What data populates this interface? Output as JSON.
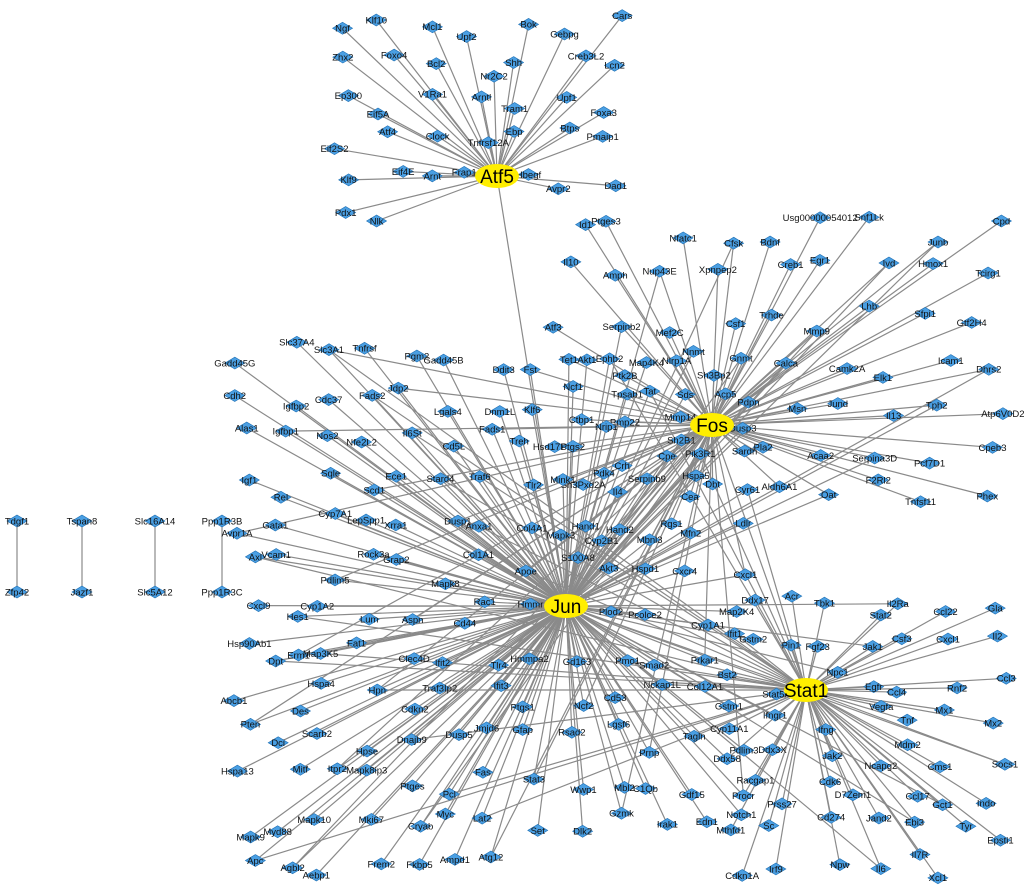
{
  "colors": {
    "node": "#4a9fe3",
    "hub": "#ffee00",
    "edge": "#8a8a8a"
  },
  "network": {
    "hubs": [
      {
        "id": "Atf5",
        "label": "Atf5"
      },
      {
        "id": "Fos",
        "label": "Fos"
      },
      {
        "id": "Jun",
        "label": "Jun"
      },
      {
        "id": "Stat1",
        "label": "Stat1"
      }
    ],
    "atf5_targets": [
      "Ngf",
      "Klf10",
      "Mcl1",
      "Upf2",
      "Bok",
      "Gebpg",
      "Cars",
      "Zhx2",
      "Foxo4",
      "Bcl2",
      "Nr2C2",
      "Shh",
      "Creb3L2",
      "Lcn2",
      "Ep300",
      "Eif5A",
      "V1Ra1",
      "Arntl",
      "Tram1",
      "Upf1",
      "Foxa3",
      "Eif2S2",
      "Atf4",
      "Clock",
      "Tnfrsf12A",
      "Ebp",
      "Btps",
      "Pmaip1",
      "Klf9",
      "Eif4E",
      "Arnt",
      "Frap1",
      "Hbegf",
      "Avpr2",
      "Dad1",
      "Pdx1",
      "Nlk"
    ],
    "fos_targets": [
      "Id1",
      "Ptges3",
      "Nfatc1",
      "Cfsk",
      "Bdnf",
      "Usg00000054012",
      "Snf1Lk",
      "Junb",
      "Cpd",
      "Il10",
      "Amph",
      "Nup43E",
      "Xpnpep2",
      "Creb1",
      "Egr1",
      "Ivd",
      "Hmox1",
      "Tcirg1",
      "Atf3",
      "Serpinb2",
      "Mef2C",
      "Csf1",
      "Trhde",
      "Mmp9",
      "Lhb",
      "Sfpi1",
      "Gtf2H4",
      "Tet1",
      "Ptk2B",
      "Nlrp1A",
      "Sh3Bp2",
      "Calca",
      "Camk2A",
      "Elk1",
      "Icam1",
      "Dhrs2",
      "Ctbp1",
      "Pmp22",
      "Mmp14",
      "Acp5",
      "Msn",
      "Jund",
      "Il13",
      "Tph2",
      "Atp6V0D2",
      "Hsd17B11",
      "Crh",
      "Sh2B1",
      "Sardh",
      "Pla2",
      "Acaa2",
      "Serpina3D",
      "Pcf7D1",
      "Cpeb3",
      "Sh3Pxd2A",
      "Il4",
      "Cea",
      "Dbt",
      "Aldh6A1",
      "Oat",
      "F2Rl2",
      "Tnfsf11",
      "Phex",
      "Hand1",
      "Hand2",
      "Rgs1"
    ],
    "jun_targets": [
      "Gadd45G",
      "Slc37A4",
      "Slc3A1",
      "Tnfrsf",
      "Pgm2",
      "Gadd45B",
      "Ddit3",
      "Fst",
      "Akt1",
      "Ephb2",
      "Map4K4",
      "Nnmt",
      "Gnmt",
      "Cdh2",
      "Igfbp2",
      "Cdc37",
      "Fads2",
      "Jdp2",
      "Lgals4",
      "Dnm1L",
      "Klf6",
      "Ncf1",
      "Tpsab1",
      "Tat",
      "Sds",
      "Pdpn",
      "Alas1",
      "Igfbp1",
      "Nos2",
      "Nfe2L2",
      "Il6St",
      "Cd5L",
      "Fads1",
      "Treh",
      "Ptgs2",
      "Nrip1",
      "Cpe",
      "Pik3R1",
      "Dusp3",
      "Igf1",
      "Rel",
      "Sqle",
      "Scd1",
      "Ece1",
      "Stard4",
      "Traf6",
      "Tlr2",
      "Mink1",
      "Pdk4",
      "Serpinb9",
      "Hspa5",
      "Cyr61",
      "Avpr1A",
      "Gata1",
      "Cyp7A1",
      "LepSpp1",
      "Xrra1",
      "Dusp1",
      "Anxa1",
      "Col4A1",
      "Mapk3",
      "Cyp2B1",
      "Mbnl3",
      "Mfn2",
      "Ldlr",
      "Axl",
      "Vcam1",
      "Pdlim5",
      "Rock3a",
      "Grap2",
      "Mapk8",
      "Col1A1",
      "Apoe",
      "S100A8",
      "Akt3",
      "Hspd1",
      "Cxcr4",
      "Cxcl1",
      "Cxcl9",
      "Hes1",
      "Cyp1A2",
      "Lum",
      "Aspn",
      "Cd44",
      "Rac1",
      "Hmmr",
      "Dpt",
      "Plod2",
      "Pcolce2",
      "Cyp1A1",
      "Map2K4",
      "Hsp90Ab1",
      "Erm1",
      "Map3K5",
      "Fat1",
      "Clec4D",
      "Ifit2",
      "Tlr4",
      "Hmmpa2",
      "Gd163",
      "Pmo1",
      "Smad2",
      "Prkar1",
      "Gstm2",
      "Abcb1",
      "Des",
      "Hspa4",
      "Hpn",
      "Cdkn2",
      "Traf3Ip2",
      "Ifit3",
      "Ptgs1",
      "Ncf2",
      "Cd53",
      "Nckap1L",
      "Col12A1",
      "Gstm1",
      "Pten",
      "Dci",
      "Scarb2",
      "Hpse",
      "Dnajb9",
      "Dusp5",
      "Jmjd6",
      "Gfap",
      "Rsad2",
      "Lgsf6",
      "Prnp",
      "Tagln",
      "Pdlim3",
      "Hspa13",
      "Mitf",
      "Itpr2",
      "Mapk8ip3",
      "Ptges",
      "Pcl",
      "Fas",
      "Stat3",
      "Wwp1",
      "Mbl2",
      "C1Qb",
      "Gdf15",
      "Procr",
      "Mapk9",
      "Myd88",
      "Mapk10",
      "Mki67",
      "Cryab",
      "Myc",
      "Lat2",
      "Set",
      "Dlk2",
      "Gzmk",
      "Irak1",
      "Edn1",
      "Notch1",
      "Apc",
      "Agbl2",
      "Aebp1",
      "Frem2",
      "Fkbp5",
      "Ampd1",
      "Atg12"
    ],
    "stat1_targets": [
      "Ddx17",
      "Acr",
      "Tbk1",
      "Stat2",
      "Il2Ra",
      "Ccl22",
      "Gla",
      "Ifit1",
      "Pin1",
      "Fgf23",
      "Jak1",
      "Csf3",
      "Cxcl1",
      "Il2",
      "Bst2",
      "Stat5A",
      "Npc1",
      "Egfr",
      "Ccl4",
      "Rnf2",
      "Ccl3",
      "Cyp11A1",
      "Ifngr1",
      "Ifng",
      "Vegfa",
      "Tnf",
      "Mx1",
      "Mx2",
      "Ddx58",
      "Ddx3X",
      "Jak2",
      "Ncapg2",
      "Mdm2",
      "Cms1",
      "Socs1",
      "Racgap1",
      "Prss27",
      "Cdk6",
      "D7Zem1",
      "Ccl17",
      "Gct1",
      "Indo",
      "Mthfd1",
      "Sc",
      "Cd274",
      "Jand2",
      "Ebi3",
      "Tyr",
      "Epsti1",
      "Cdkn1A",
      "Irf9",
      "Npw",
      "Il6",
      "Il7R",
      "Xcl1"
    ],
    "peripheral_pairs": [
      [
        "Tdgf1",
        "Zfp42"
      ],
      [
        "Tspan8",
        "Jazf1"
      ],
      [
        "Slc16A14",
        "Slc5A12"
      ],
      [
        "Ppp1R3B",
        "Ppp1R3C"
      ]
    ]
  }
}
